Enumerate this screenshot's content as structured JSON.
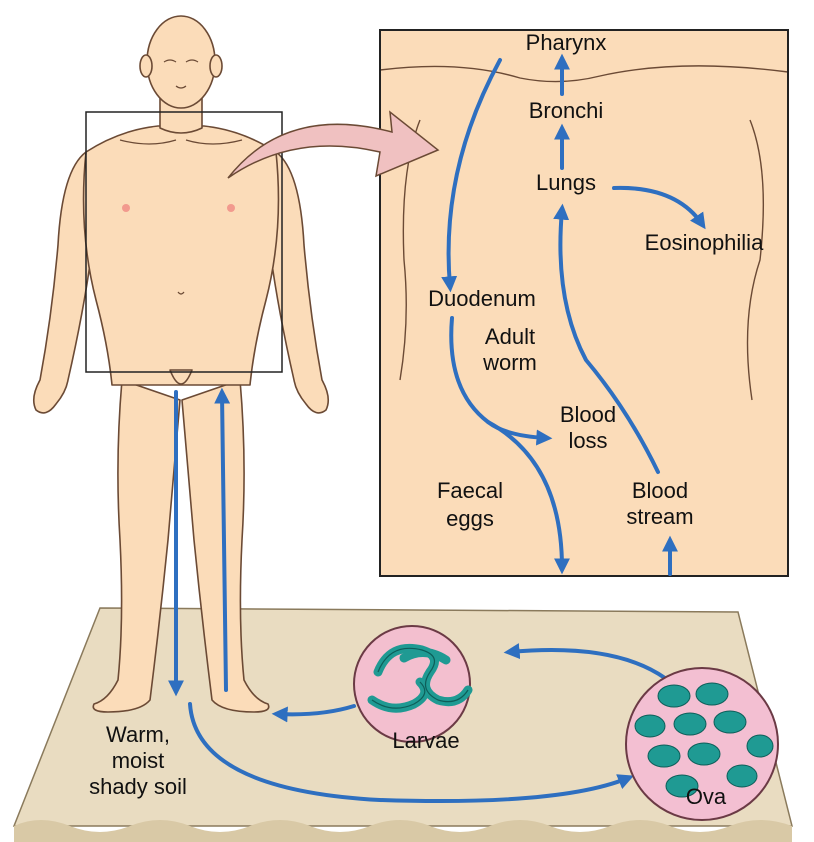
{
  "labels": {
    "pharynx": "Pharynx",
    "bronchi": "Bronchi",
    "lungs": "Lungs",
    "eosinophilia": "Eosinophilia",
    "duodenum": "Duodenum",
    "adult_worm_1": "Adult",
    "adult_worm_2": "worm",
    "blood_loss_1": "Blood",
    "blood_loss_2": "loss",
    "faecal_eggs_1": "Faecal",
    "faecal_eggs_2": "eggs",
    "blood_stream_1": "Blood",
    "blood_stream_2": "stream",
    "soil_1": "Warm,",
    "soil_2": "moist",
    "soil_3": "shady soil",
    "larvae": "Larvae",
    "ova": "Ova"
  },
  "colors": {
    "skin": "#fbdcb9",
    "skin_outline": "#6b4a35",
    "arrow_blue": "#2e6fc0",
    "soil": "#e9dcc1",
    "soil_edge": "#c9b68f",
    "transfer_arrow": "#f0c1c1",
    "larvae_fill": "#f3bfcf",
    "worm": "#1f9a93",
    "ova_fill": "#f3bfd2",
    "egg": "#1f9a93"
  },
  "icons": {
    "transfer": "curved-arrow-icon",
    "larvae": "larvae-icon",
    "ova": "ova-icon"
  }
}
